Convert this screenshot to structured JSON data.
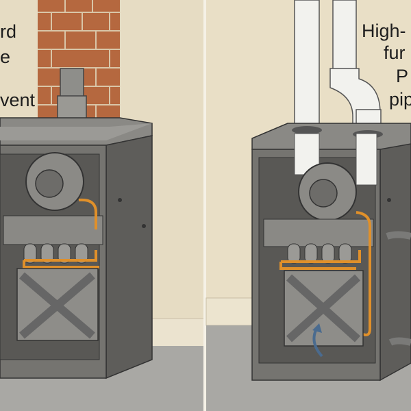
{
  "left_panel": {
    "caption_lines": [
      "rd",
      "e",
      "vent"
    ]
  },
  "right_panel": {
    "caption_lines": [
      "High-",
      "fur",
      "P",
      "pip"
    ]
  },
  "colors": {
    "wall": "#e6dcc3",
    "floor": "#a9a8a4",
    "furnace": "#6f6e6b",
    "brick": "#b5683f",
    "copper_line": "#e0902a",
    "pvc": "#f2f2ee"
  }
}
